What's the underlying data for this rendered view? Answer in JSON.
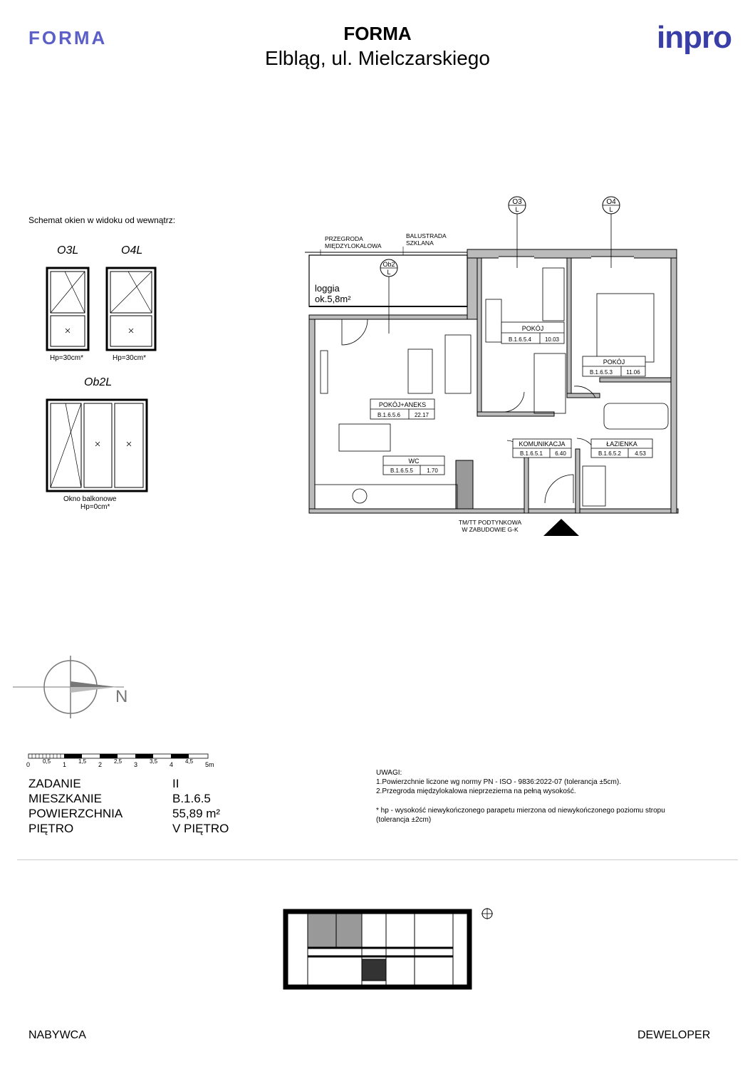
{
  "header": {
    "logo_left": "FORMA",
    "title": "FORMA",
    "subtitle": "Elbląg, ul. Mielczarskiego",
    "logo_right": "inpro"
  },
  "window_schema": {
    "title": "Schemat okien w widoku od wewnątrz:",
    "windows": [
      {
        "name": "O3L",
        "hp": "Hp=30cm*"
      },
      {
        "name": "O4L",
        "hp": "Hp=30cm*"
      },
      {
        "name": "Ob2L",
        "caption_1": "Okno  balkonowe",
        "caption_2": "Hp=0cm*"
      }
    ]
  },
  "plan": {
    "labels": {
      "przegroda_1": "PRZEGRODA",
      "przegroda_2": "MIĘDZYLOKALOWA",
      "balustrada_1": "BALUSTRADA",
      "balustrada_2": "SZKLANA",
      "loggia_1": "loggia",
      "loggia_2": "ok.5,8m²",
      "tm_1": "TM/TT  PODTYNKOWA",
      "tm_2": "W  ZABUDOWIE  G-K"
    },
    "window_tags": [
      {
        "top": "O3",
        "bottom": "L"
      },
      {
        "top": "O4",
        "bottom": "L"
      },
      {
        "top": "Ob2",
        "bottom": "L"
      }
    ],
    "rooms": [
      {
        "name": "POKÓJ",
        "code": "B.1.6.5.4",
        "area": "10.03"
      },
      {
        "name": "POKÓJ",
        "code": "B.1.6.5.3",
        "area": "11.06"
      },
      {
        "name": "POKÓJ+ANEKS",
        "code": "B.1.6.5.6",
        "area": "22.17"
      },
      {
        "name": "KOMUNIKACJA",
        "code": "B.1.6.5.1",
        "area": "6.40"
      },
      {
        "name": "ŁAZIENKA",
        "code": "B.1.6.5.2",
        "area": "4.53"
      },
      {
        "name": "WC",
        "code": "B.1.6.5.5",
        "area": "1.70"
      }
    ]
  },
  "compass": {
    "north": "N"
  },
  "scale": {
    "labels": [
      "0",
      "0,5",
      "1",
      "1,5",
      "2",
      "2,5",
      "3",
      "3,5",
      "4",
      "4,5",
      "5m"
    ]
  },
  "info": {
    "rows": [
      {
        "label": "ZADANIE",
        "value": "II"
      },
      {
        "label": "MIESZKANIE",
        "value": "B.1.6.5"
      },
      {
        "label": "POWIERZCHNIA",
        "value": "55,89 m²"
      },
      {
        "label": "PIĘTRO",
        "value": "V PIĘTRO"
      }
    ]
  },
  "notes": {
    "title": "UWAGI:",
    "line1": "1.Powierzchnie liczone wg normy PN - ISO - 9836:2022-07  (tolerancja ±5cm).",
    "line2": "2.Przegroda międzylokalowa nieprzezierna na pełną wysokość.",
    "line3": "* hp - wysokość niewykończonego parapetu mierzona od niewykończonego poziomu stropu",
    "line4": "(tolerancja ±2cm)"
  },
  "footer": {
    "left": "NABYWCA",
    "right": "DEWELOPER"
  }
}
